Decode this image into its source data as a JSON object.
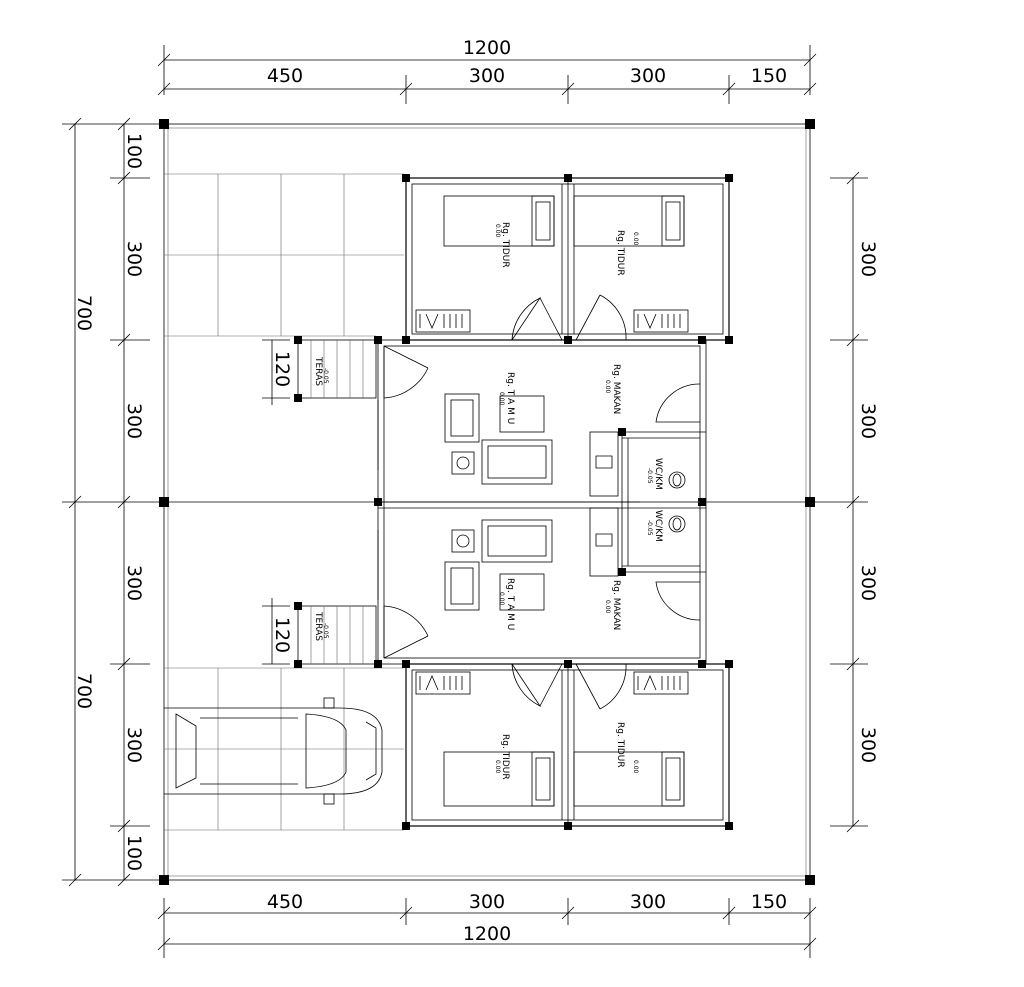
{
  "dimensions": {
    "top_total": "1200",
    "top_segments": [
      "450",
      "300",
      "300",
      "150"
    ],
    "bottom_total": "1200",
    "bottom_segments": [
      "450",
      "300",
      "300",
      "150"
    ],
    "left_outer": [
      "700",
      "700"
    ],
    "left_inner": [
      "100",
      "300",
      "300",
      "300",
      "300",
      "100"
    ],
    "right": [
      "300",
      "300",
      "300",
      "300"
    ],
    "teras_width": [
      "120",
      "120"
    ]
  },
  "rooms": {
    "bed_tl": {
      "name": "Rg. TIDUR",
      "level": "0.00"
    },
    "bed_tr": {
      "name": "Rg. TIDUR",
      "level": "0.00"
    },
    "bed_bl": {
      "name": "Rg. TIDUR",
      "level": "0.00"
    },
    "bed_br": {
      "name": "Rg. TIDUR",
      "level": "0.00"
    },
    "living_top": {
      "name": "Rg. T A M U",
      "level": "0.00"
    },
    "living_bottom": {
      "name": "Rg. T A M U",
      "level": "0.00"
    },
    "dining_top": {
      "name": "Rg. MAKAN",
      "level": "0.00"
    },
    "dining_bottom": {
      "name": "Rg. MAKAN",
      "level": "0.00"
    },
    "wc_top": {
      "name": "WC/KM",
      "level": "-0.05"
    },
    "wc_bottom": {
      "name": "WC/KM",
      "level": "-0.05"
    },
    "terrace_top": {
      "name": "TERAS",
      "level": "-0.05"
    },
    "terrace_bottom": {
      "name": "TERAS",
      "level": "-0.05"
    }
  },
  "colors": {
    "line": "#000000",
    "background": "#ffffff"
  }
}
